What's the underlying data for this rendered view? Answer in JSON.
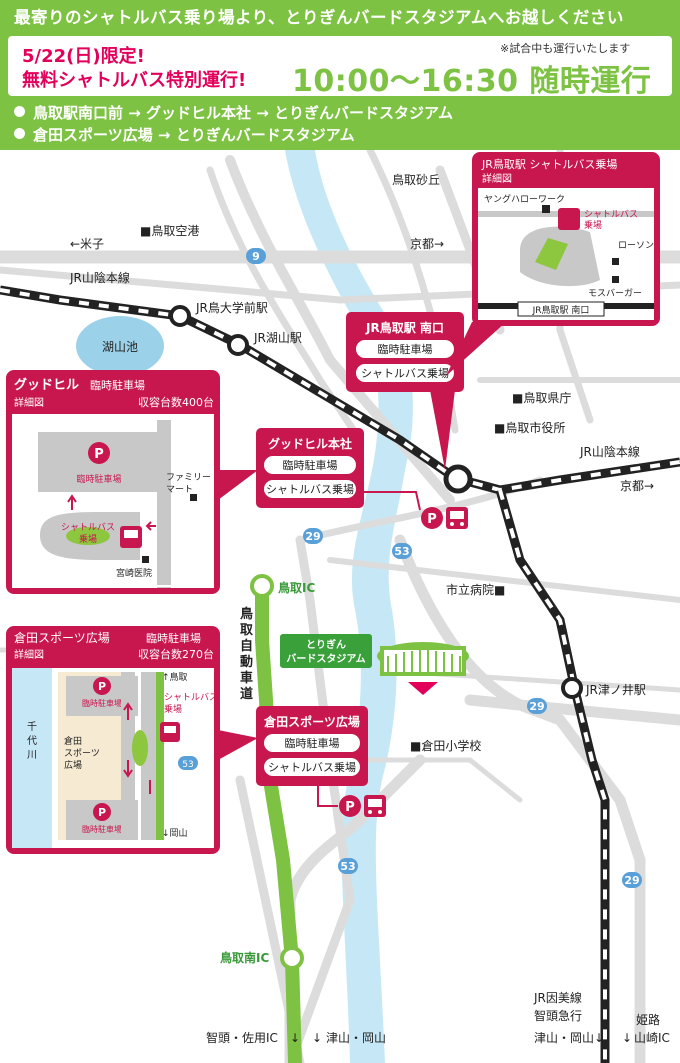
{
  "header": {
    "headline": "最寄りのシャトルバス乗り場より、とりぎんバードスタジアムへお越しください",
    "date_limited": "5/22(日)限定!",
    "free_shuttle": "無料シャトルバス特別運行!",
    "time_range": "10:00〜16:30 随時運行",
    "during_game_note": "※試合中も運行いたします",
    "routes": [
      "鳥取駅南口前 → グッドヒル本社 → とりぎんバードスタジアム",
      "倉田スポーツ広場 → とりぎんバードスタジアム"
    ]
  },
  "colors": {
    "accent_green": "#7dc242",
    "accent_magenta": "#e2005a",
    "river": "#c6e8f6",
    "road": "#dcdcdc",
    "water": "#9bd2ea"
  },
  "map": {
    "places": {
      "tottori_sakyu": "鳥取砂丘",
      "tottori_airport": "■鳥取空港",
      "yonago": "←米子",
      "kyoto_top": "京都→",
      "jr_sanin_line_left": "JR山陰本線",
      "jr_tottori_univ": "JR鳥大学前駅",
      "jr_koyama": "JR湖山駅",
      "koyama_ike": "湖山池",
      "tottori_pref": "■鳥取県庁",
      "tottori_city_hall": "■鳥取市役所",
      "jr_sanin_line_right": "JR山陰本線",
      "kyoto_right": "京都→",
      "city_hospital": "市立病院■",
      "tottori_ic": "鳥取IC",
      "expressway": "鳥取自動車道",
      "jr_tsunoi": "JR津ノ井駅",
      "kurata_elementary": "■倉田小学校",
      "tottori_minami_ic": "鳥取南IC",
      "jr_inbi": "JR因美線",
      "chizu_kyuko": "智頭急行",
      "route_sign_9": "9",
      "route_sign_29": "29",
      "route_sign_53": "53",
      "route_sign_29b": "29",
      "route_sign_53b": "53",
      "route_sign_29c": "29"
    },
    "bottom": {
      "chizu_sayo": "智頭・佐用IC",
      "tsuyama_okayama_mid": "津山・岡山",
      "tsuyama_okayama_right": "津山・岡山",
      "himeji": "姫路",
      "yamazaki_ic": "山崎IC"
    },
    "stadium_label": "とりぎん\nバードスタジアム"
  },
  "callouts": {
    "station": {
      "title": "JR鳥取駅 南口",
      "line1": "臨時駐車場",
      "line2": "シャトルバス乗場"
    },
    "goodhill": {
      "title": "グッドヒル本社",
      "line1": "臨時駐車場",
      "line2": "シャトルバス乗場"
    },
    "kurata": {
      "title": "倉田スポーツ広場",
      "line1": "臨時駐車場",
      "line2": "シャトルバス乗場"
    }
  },
  "insets": {
    "station": {
      "title": "JR鳥取駅 シャトルバス乗場",
      "subtitle": "詳細図",
      "young_hellowork": "ヤングハローワーク",
      "shuttle_label": "シャトルバス\n乗場",
      "lawson": "ローソン",
      "mos": "モスバーガー",
      "station_label": "JR鳥取駅 南口"
    },
    "goodhill": {
      "title": "グッドヒル",
      "title_suffix": "臨時駐車場",
      "subtitle": "詳細図",
      "capacity": "収容台数400台",
      "parking": "臨時駐車場",
      "shuttle": "シャトルバス\n乗場",
      "family_mart": "ファミリー\nマート",
      "miyazaki_hospital": "宮崎医院"
    },
    "kurata": {
      "title": "倉田スポーツ広場",
      "title_suffix": "臨時駐車場",
      "subtitle": "詳細図",
      "capacity": "収容台数270台",
      "parking_a": "臨時駐車場",
      "parking_b": "臨時駐車場",
      "shuttle": "シャトルバス\n乗場",
      "plaza": "倉田\nスポーツ\n広場",
      "river": "千\n代\n川",
      "tottori_pref_dir": "↑鳥取",
      "okayama_dir": "↓岡山",
      "route_53": "53"
    }
  }
}
